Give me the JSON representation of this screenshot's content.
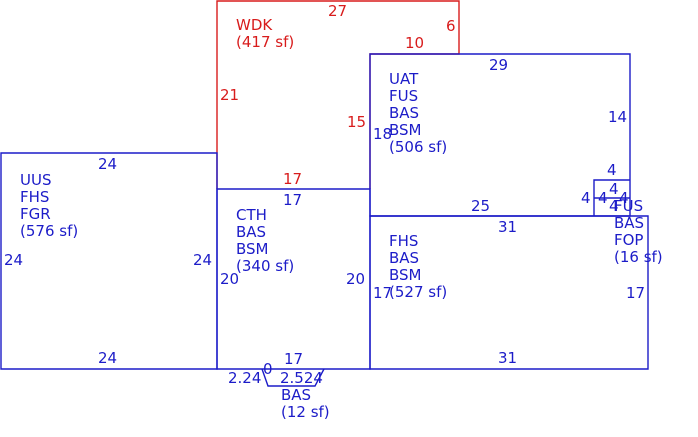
{
  "colors": {
    "primary": "#1c1cc8",
    "highlight": "#d81c1c"
  },
  "areas": {
    "wdk": {
      "lines": [
        "WDK",
        "(417 sf)"
      ]
    },
    "uat": {
      "lines": [
        "UAT",
        "FUS",
        "BAS",
        "BSM",
        "(506 sf)"
      ]
    },
    "uus": {
      "lines": [
        "UUS",
        "FHS",
        "FGR",
        "(576 sf)"
      ]
    },
    "cth": {
      "lines": [
        "CTH",
        "BAS",
        "BSM",
        "(340 sf)"
      ]
    },
    "fhs": {
      "lines": [
        "FHS",
        "BAS",
        "BSM",
        "(527 sf)"
      ]
    },
    "fus": {
      "lines": [
        "FUS",
        "BAS",
        "FOP",
        "(16 sf)"
      ]
    },
    "bas": {
      "lines": [
        "BAS",
        "(12 sf)"
      ]
    }
  },
  "dimensions": {
    "wdk_top": "27",
    "wdk_right": "6",
    "wdk_step": "10",
    "wdk_left": "21",
    "wdk_inner": "15",
    "wdk_bottom": "17",
    "uat_top": "29",
    "uat_right": "14",
    "uat_left": "18",
    "uat_bottom": "25",
    "fus_top": "4",
    "fus_left": "4",
    "fus_inner_a": "4",
    "fus_inner_b": "4",
    "fus_inner_c": "4",
    "fus_right": "4",
    "uus_top": "24",
    "uus_left": "24",
    "uus_right": "24",
    "uus_bottom": "24",
    "cth_top": "17",
    "cth_left": "20",
    "cth_right": "20",
    "fhs_top": "31",
    "fhs_left": "17",
    "fhs_right": "17",
    "fhs_bottom": "31",
    "bas_left": "2.24",
    "bas_a": "0",
    "bas_b": "17",
    "bas_c": "2.524"
  }
}
